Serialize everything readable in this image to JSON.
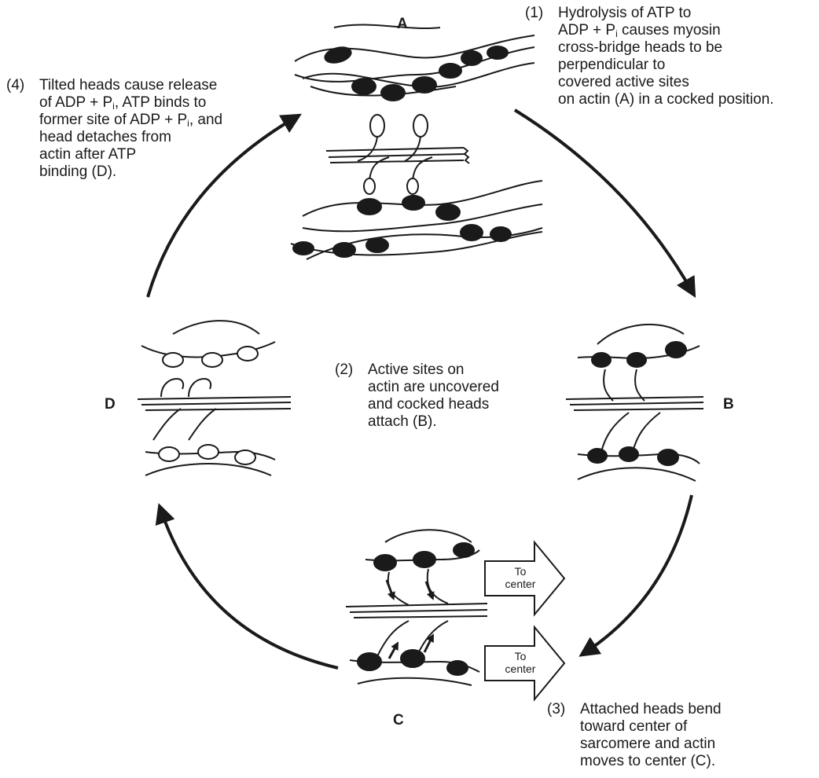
{
  "labels": {
    "a": "A",
    "b": "B",
    "c": "C",
    "d": "D"
  },
  "steps": [
    {
      "num": "(1)",
      "lines": [
        "Hydrolysis of ATP to",
        "ADP + P",
        "i",
        " causes myosin",
        "cross-bridge heads to be",
        "perpendicular to",
        "covered active sites",
        "on actin (A) in a cocked position."
      ]
    },
    {
      "num": "(2)",
      "lines": [
        "Active sites on",
        "actin are uncovered",
        "and cocked heads",
        "attach (B)."
      ]
    },
    {
      "num": "(3)",
      "lines": [
        "Attached heads bend",
        "toward center of",
        "sarcomere and actin",
        "moves to center (C)."
      ]
    },
    {
      "num": "(4)",
      "lines": [
        "Tilted heads cause release",
        "of ADP + P",
        "i",
        ", ATP binds to",
        "former site of ADP + P",
        "i",
        ", and",
        "head detaches from",
        "actin after ATP",
        "binding (D)."
      ]
    }
  ],
  "to_center": {
    "line1": "To",
    "line2": "center"
  }
}
